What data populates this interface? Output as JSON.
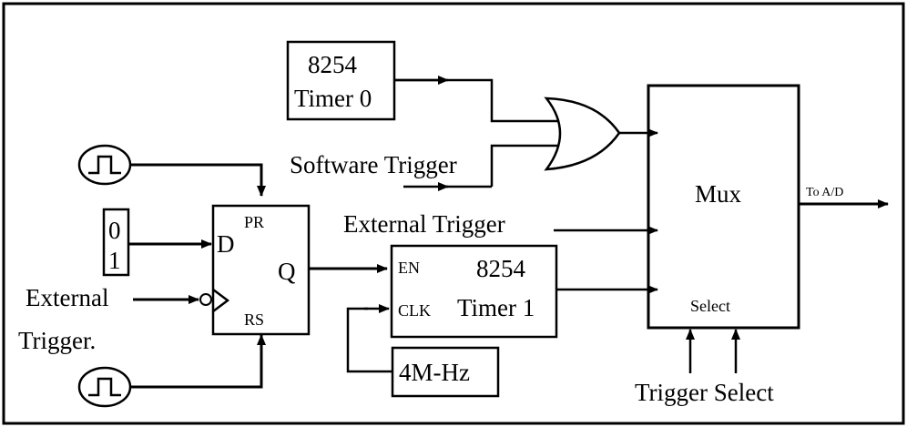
{
  "timer0": {
    "line1": "8254",
    "line2": "Timer 0"
  },
  "software_trigger": "Software Trigger",
  "mux": {
    "label": "Mux",
    "select_label": "Select",
    "output_label": "To A/D"
  },
  "external_trigger_top": "External Trigger",
  "flipflop": {
    "pr": "PR",
    "d": "D",
    "q": "Q",
    "rs": "RS"
  },
  "data_input": {
    "zero": "0",
    "one": "1"
  },
  "external_trigger_left": {
    "line1": "External",
    "line2": "Trigger."
  },
  "timer1": {
    "en": "EN",
    "clk": "CLK",
    "line1": "8254",
    "line2": "Timer 1"
  },
  "clock_source": "4M-Hz",
  "trigger_select": "Trigger Select"
}
